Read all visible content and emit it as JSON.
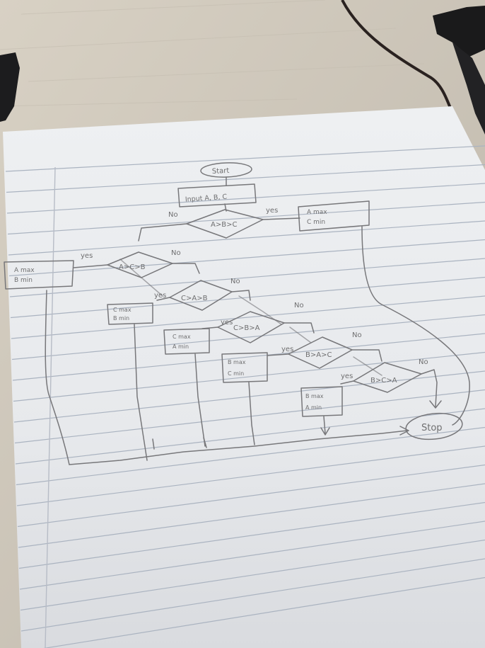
{
  "flowchart": {
    "start": "Start",
    "input": "Input A, B, C",
    "conditions": [
      "A>B>C",
      "A>C>B",
      "C>A>B",
      "C>B>A",
      "B>A>C",
      "B>C>A"
    ],
    "outputs": [
      [
        "A max",
        "C min"
      ],
      [
        "A max",
        "B min"
      ],
      [
        "C max",
        "B min"
      ],
      [
        "C max",
        "A min"
      ],
      [
        "B max",
        "C min"
      ],
      [
        "B max",
        "A min"
      ]
    ],
    "yes_label": "yes",
    "no_label": "No",
    "stop": "Stop"
  }
}
